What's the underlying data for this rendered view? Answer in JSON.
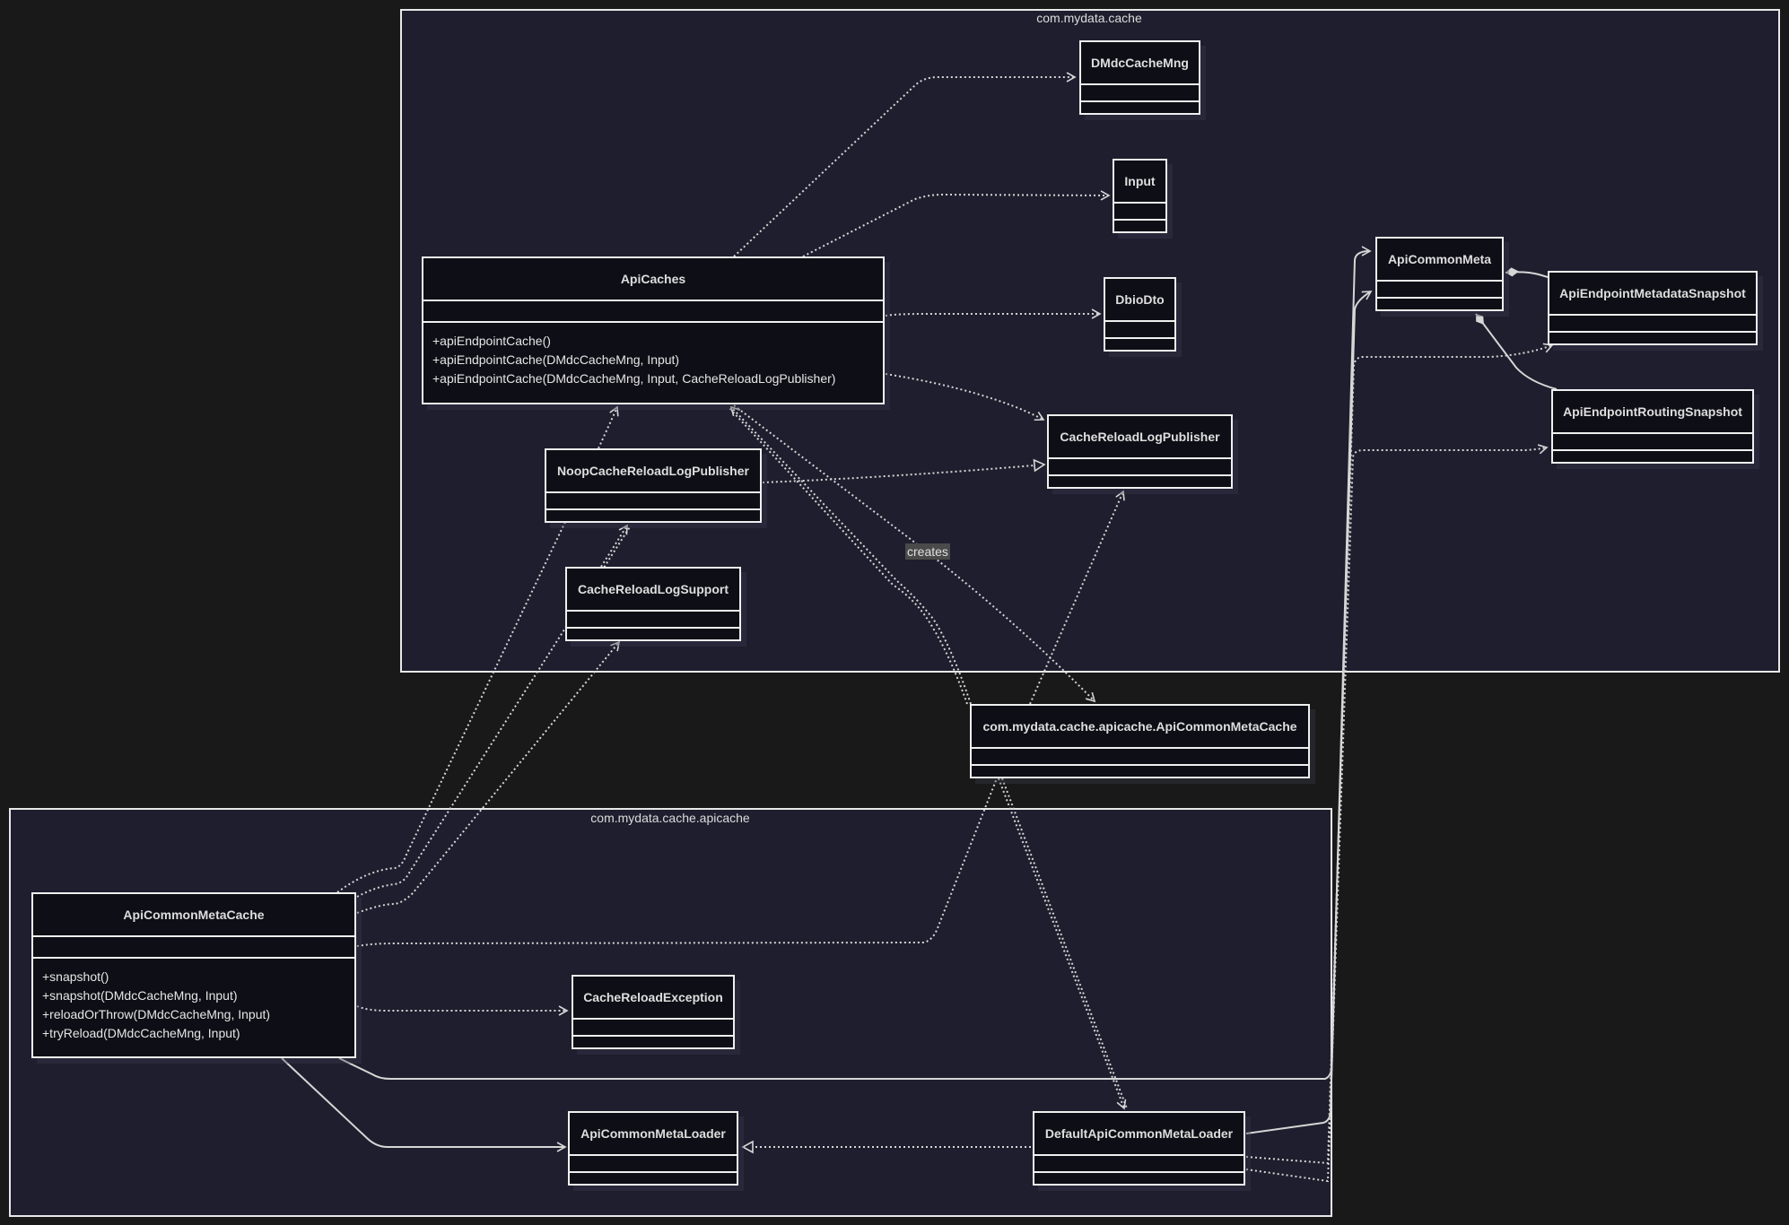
{
  "packages": [
    {
      "id": "pkg-cache",
      "label": "com.mydata.cache"
    },
    {
      "id": "pkg-apicache",
      "label": "com.mydata.cache.apicache"
    }
  ],
  "classes": {
    "dmdc": {
      "name": "DMdcCacheMng",
      "methods": []
    },
    "input": {
      "name": "Input",
      "methods": []
    },
    "dbio": {
      "name": "DbioDto",
      "methods": []
    },
    "apicaches": {
      "name": "ApiCaches",
      "methods": [
        "+apiEndpointCache()",
        "+apiEndpointCache(DMdcCacheMng, Input)",
        "+apiEndpointCache(DMdcCacheMng, Input, CacheReloadLogPublisher)"
      ]
    },
    "publisher": {
      "name": "CacheReloadLogPublisher",
      "methods": []
    },
    "noop": {
      "name": "NoopCacheReloadLogPublisher",
      "methods": []
    },
    "support": {
      "name": "CacheReloadLogSupport",
      "methods": []
    },
    "meta": {
      "name": "ApiCommonMeta",
      "methods": []
    },
    "metasnap": {
      "name": "ApiEndpointMetadataSnapshot",
      "methods": []
    },
    "routesnap": {
      "name": "ApiEndpointRoutingSnapshot",
      "methods": []
    },
    "qualified": {
      "name": "com.mydata.cache.apicache.ApiCommonMetaCache",
      "methods": []
    },
    "metacache": {
      "name": "ApiCommonMetaCache",
      "methods": [
        "+snapshot()",
        "+snapshot(DMdcCacheMng, Input)",
        "+reloadOrThrow(DMdcCacheMng, Input)",
        "+tryReload(DMdcCacheMng, Input)"
      ]
    },
    "exception": {
      "name": "CacheReloadException",
      "methods": []
    },
    "loader": {
      "name": "ApiCommonMetaLoader",
      "methods": []
    },
    "defloader": {
      "name": "DefaultApiCommonMetaLoader",
      "methods": []
    }
  },
  "edge_labels": {
    "creates": "creates"
  },
  "colors": {
    "background": "#191919",
    "package_fill": "#1e1e2e",
    "class_fill": "#0e0e16",
    "line": "#d6d6d6"
  }
}
